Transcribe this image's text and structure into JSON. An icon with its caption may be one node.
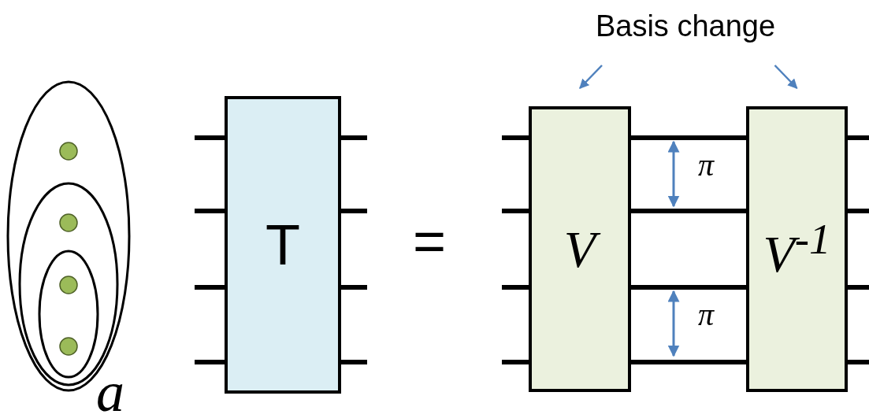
{
  "diagram": {
    "nodes": [
      {
        "text": [
          "Basis change"
        ]
      },
      {
        "text": [
          "T"
        ]
      },
      {
        "text": [
          "V"
        ]
      },
      {
        "text": [
          "V$^{-1}$"
        ]
      }
    ],
    "edges": [
      {
        "from": 0,
        "to": 2,
        "arrow": "to",
        "color": "#4f81bd"
      },
      {
        "from": 0,
        "to": 3,
        "arrow": "to",
        "color": "#4f81bd"
      },
      {
        "from": 2,
        "to": 3,
        "arrow": "none"
      },
      {
        "from": 2,
        "to": 3,
        "arrow": "none"
      },
      {
        "from": 2,
        "to": 3,
        "arrow": "none"
      },
      {
        "from": 2,
        "to": 3,
        "arrow": "none"
      }
    ],
    "labels": [
      "a",
      "=",
      "π",
      "π"
    ]
  }
}
